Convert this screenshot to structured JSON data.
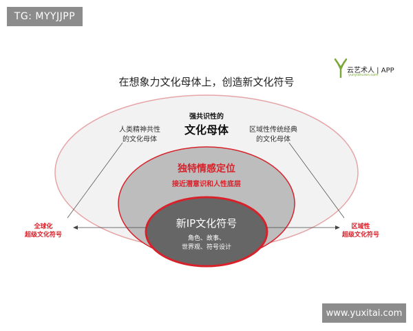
{
  "watermark_top": "TG: MYYJJPP",
  "watermark_bottom": "www.yuxitai.com",
  "logo": {
    "name": "云艺术人 | APP",
    "sub": "yunyishuren.com"
  },
  "headline": "在想象力文化母体上，创造新文化符号",
  "outer": {
    "kicker": "强共识性的",
    "title": "文化母体",
    "left_note": [
      "人类精神共性",
      "的文化母体"
    ],
    "right_note": [
      "区域性传统经典",
      "的文化母体"
    ]
  },
  "middle": {
    "title": "独特情感定位",
    "subtitle": "接近潜意识和人性底层"
  },
  "inner": {
    "title": "新IP文化符号",
    "items_line1": "角色、故事、",
    "items_line2": "世界观、符号设计"
  },
  "left_label": [
    "全球化",
    "超级文化符号"
  ],
  "right_label": [
    "区域性",
    "超级文化符号"
  ],
  "colors": {
    "accent_red": "#d8222b",
    "outer_fill": "#f2f2f2",
    "middle_fill": "#bdbdbd",
    "inner_fill": "#666666",
    "watermark_bg": "#8c8c8c",
    "logo_green": "#7aa93a"
  },
  "icons": [
    "y-shaped-green-logo-icon",
    "left-arrow-icon",
    "right-arrow-icon"
  ]
}
